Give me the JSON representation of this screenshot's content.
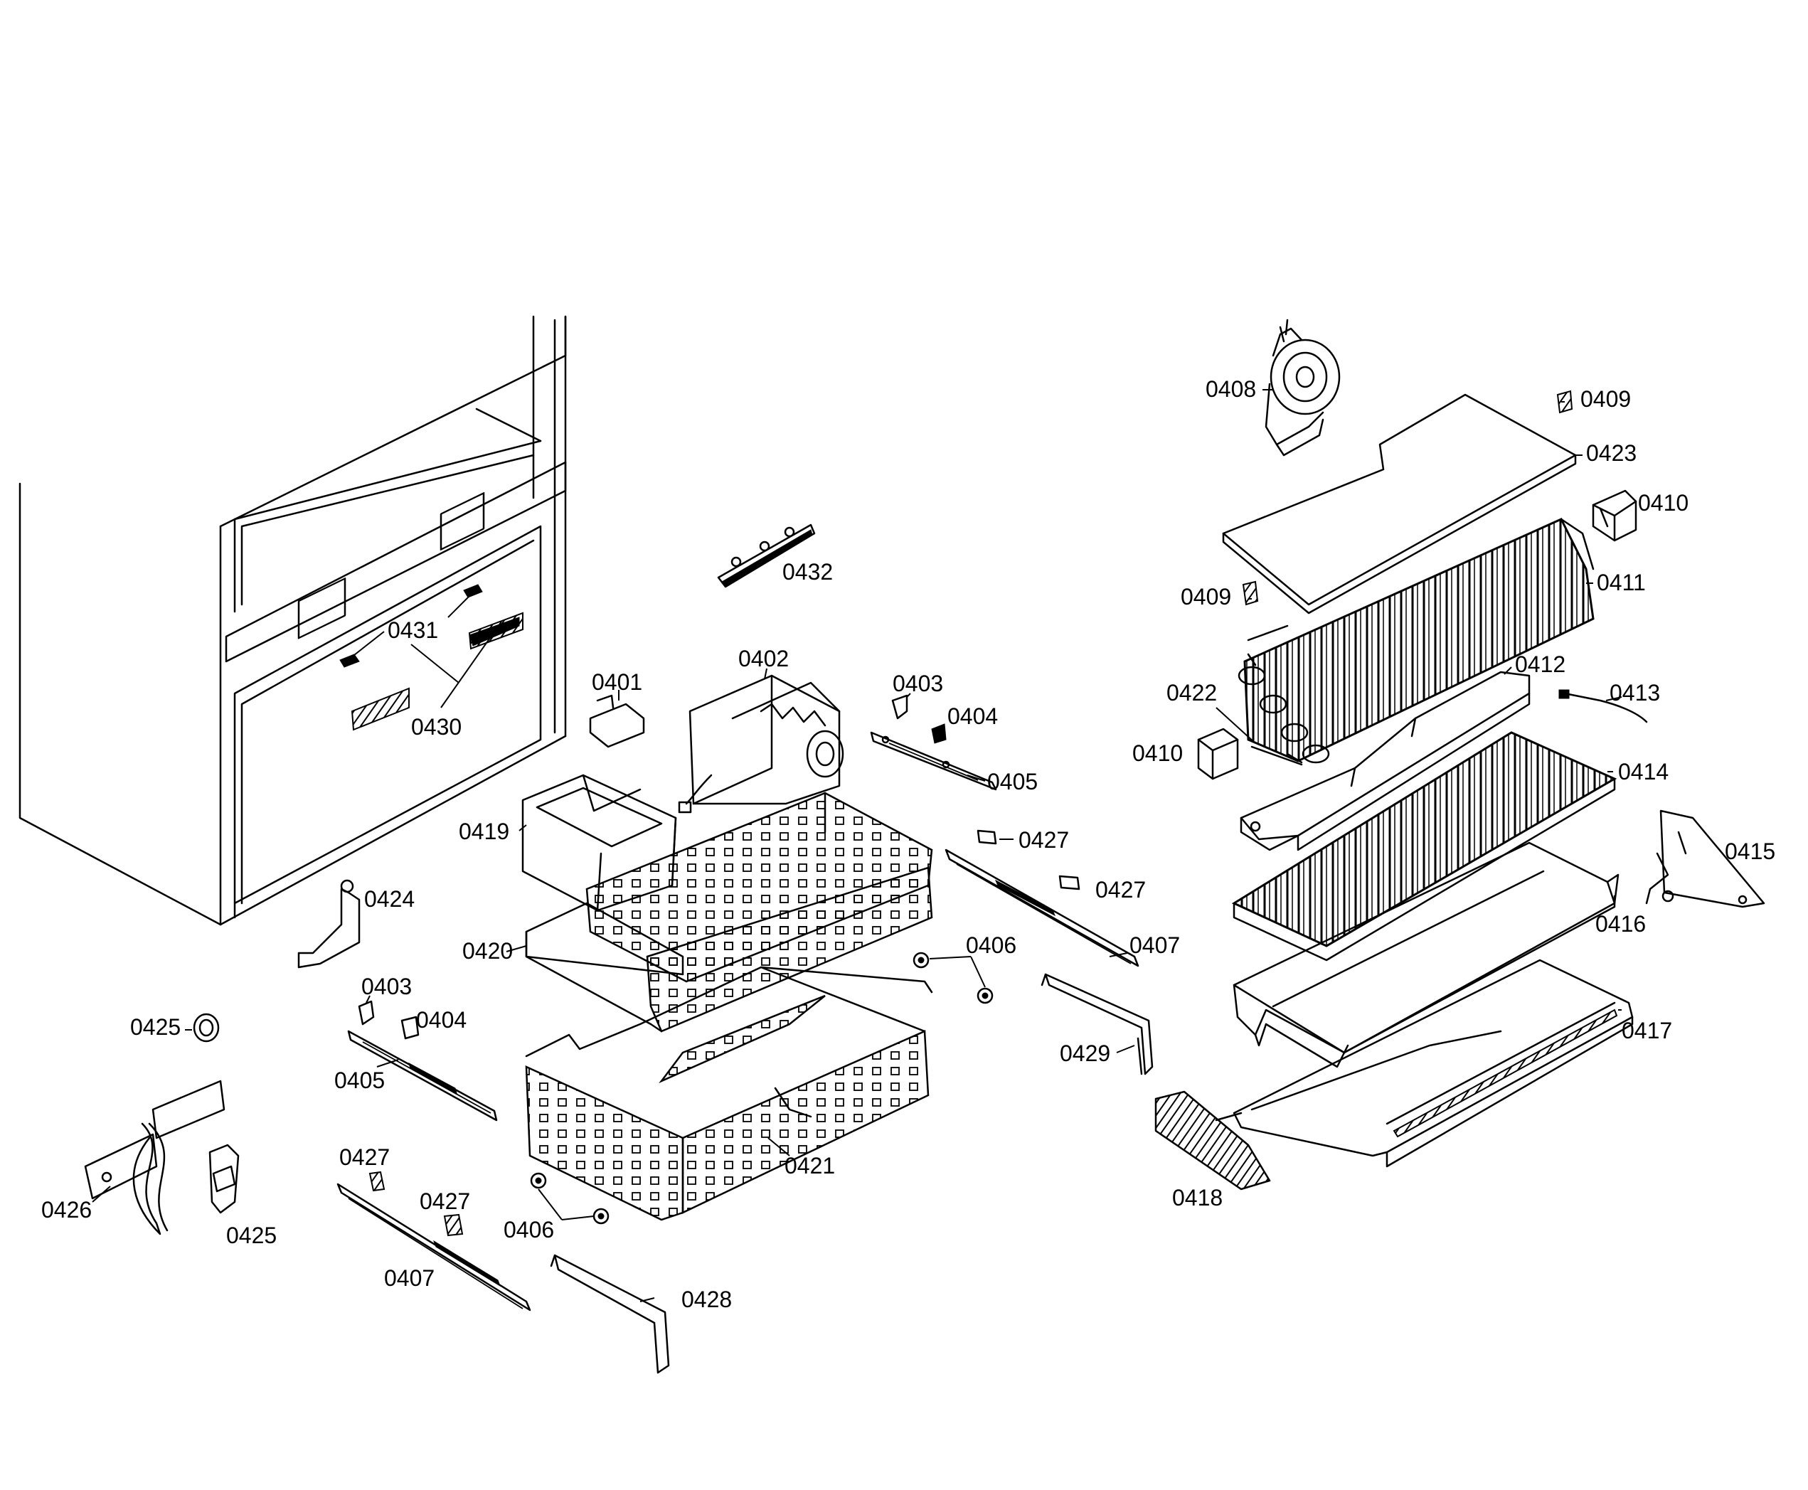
{
  "callouts": {
    "c0408": "0408",
    "c0409a": "0409",
    "c0423": "0423",
    "c0410a": "0410",
    "c0409b": "0409",
    "c0411": "0411",
    "c0412": "0412",
    "c0422": "0422",
    "c0413": "0413",
    "c0410b": "0410",
    "c0414": "0414",
    "c0415": "0415",
    "c0416": "0416",
    "c0417": "0417",
    "c0418": "0418",
    "c0432": "0432",
    "c0431": "0431",
    "c0430": "0430",
    "c0401": "0401",
    "c0402": "0402",
    "c0403a": "0403",
    "c0404a": "0404",
    "c0405a": "0405",
    "c0419": "0419",
    "c0427a": "0427",
    "c0427b": "0427",
    "c0407a": "0407",
    "c0406a": "0406",
    "c0424": "0424",
    "c0420": "0420",
    "c0429": "0429",
    "c0403b": "0403",
    "c0404b": "0404",
    "c0425a": "0425",
    "c0405b": "0405",
    "c0421": "0421",
    "c0427c": "0427",
    "c0427d": "0427",
    "c0426": "0426",
    "c0425b": "0425",
    "c0406b": "0406",
    "c0407b": "0407",
    "c0428": "0428"
  }
}
